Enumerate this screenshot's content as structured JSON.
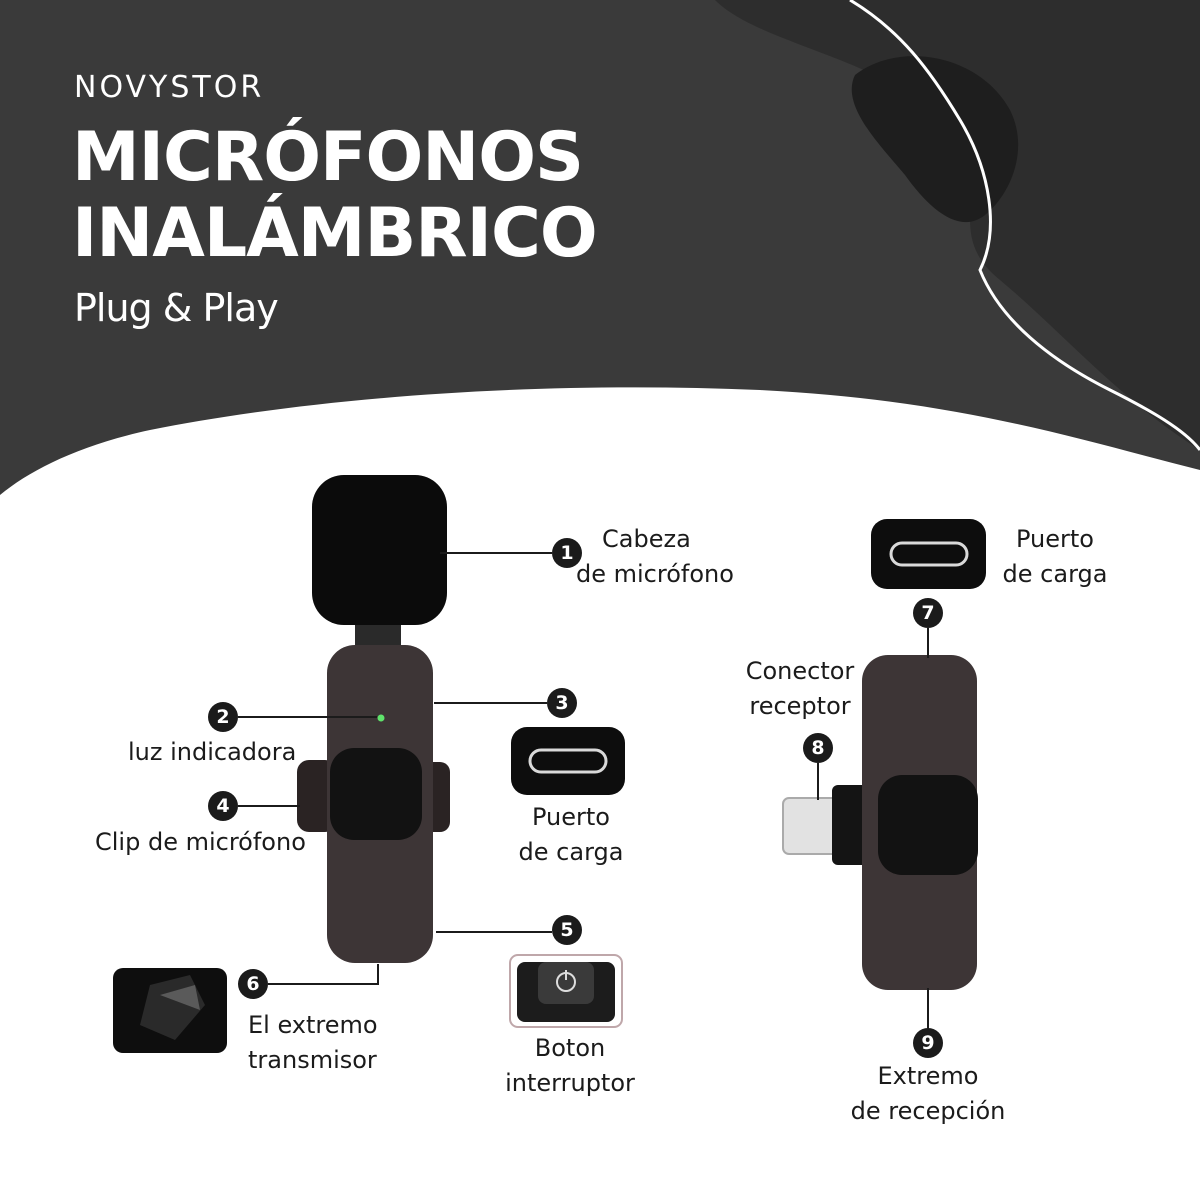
{
  "brand": "NOVYSTOR",
  "title_line1": "MICRÓFONOS",
  "title_line2": "INALÁMBRICO",
  "subtitle": "Plug & Play",
  "callouts": [
    {
      "number": "1",
      "lines": [
        "Cabeza",
        "de micrófono"
      ]
    },
    {
      "number": "2",
      "lines": [
        "luz indicadora"
      ]
    },
    {
      "number": "3",
      "lines": [
        "Puerto",
        "de carga"
      ]
    },
    {
      "number": "4",
      "lines": [
        "Clip de micrófono"
      ]
    },
    {
      "number": "5",
      "lines": [
        "Boton",
        "interruptor"
      ]
    },
    {
      "number": "6",
      "lines": [
        "El extremo",
        "transmisor"
      ]
    },
    {
      "number": "7",
      "lines": [
        "Puerto",
        "de carga"
      ]
    },
    {
      "number": "8",
      "lines": [
        "Conector",
        "receptor"
      ]
    },
    {
      "number": "9",
      "lines": [
        "Extremo",
        "de recepción"
      ]
    }
  ],
  "colors": {
    "header_bg": "#3a3a3a",
    "header_shape": "#2b2b2b",
    "device_body": "#3d3536",
    "device_button": "#121212",
    "text": "#1b1b1b"
  },
  "icons": [
    "usb-c-port-icon",
    "power-icon"
  ]
}
